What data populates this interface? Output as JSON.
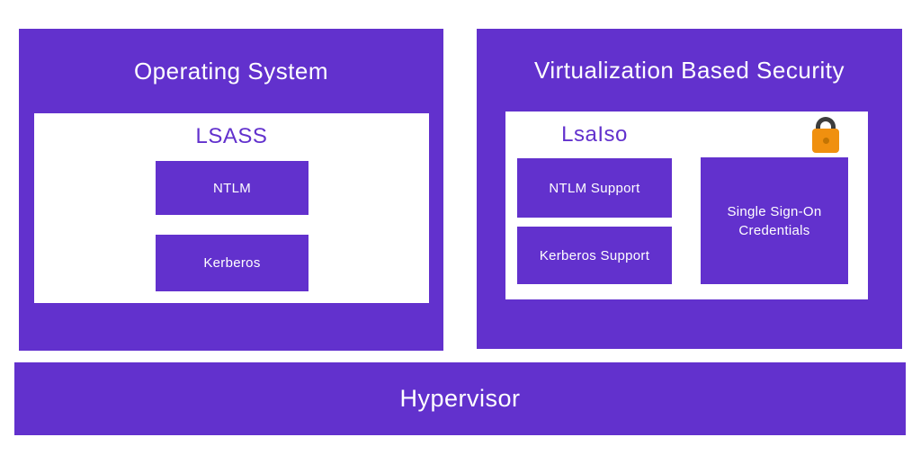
{
  "diagram": {
    "os_panel": {
      "title": "Operating System",
      "lsass": {
        "title": "LSASS",
        "items": [
          "NTLM",
          "Kerberos"
        ]
      }
    },
    "vbs_panel": {
      "title": "Virtualization Based Security",
      "lsaiso": {
        "title": "LsaIso",
        "items": [
          "NTLM Support",
          "Kerberos Support"
        ],
        "sso_label": "Single Sign-On Credentials"
      },
      "lock_icon": "padlock"
    },
    "hypervisor_label": "Hypervisor"
  },
  "colors": {
    "purple": "#6231CD",
    "panel_text": "#FFFFFF",
    "inner_bg": "#FFFFFF",
    "lock_body": "#F0900F",
    "lock_shackle": "#3D3D3D",
    "lock_keyhole": "#C27403"
  }
}
